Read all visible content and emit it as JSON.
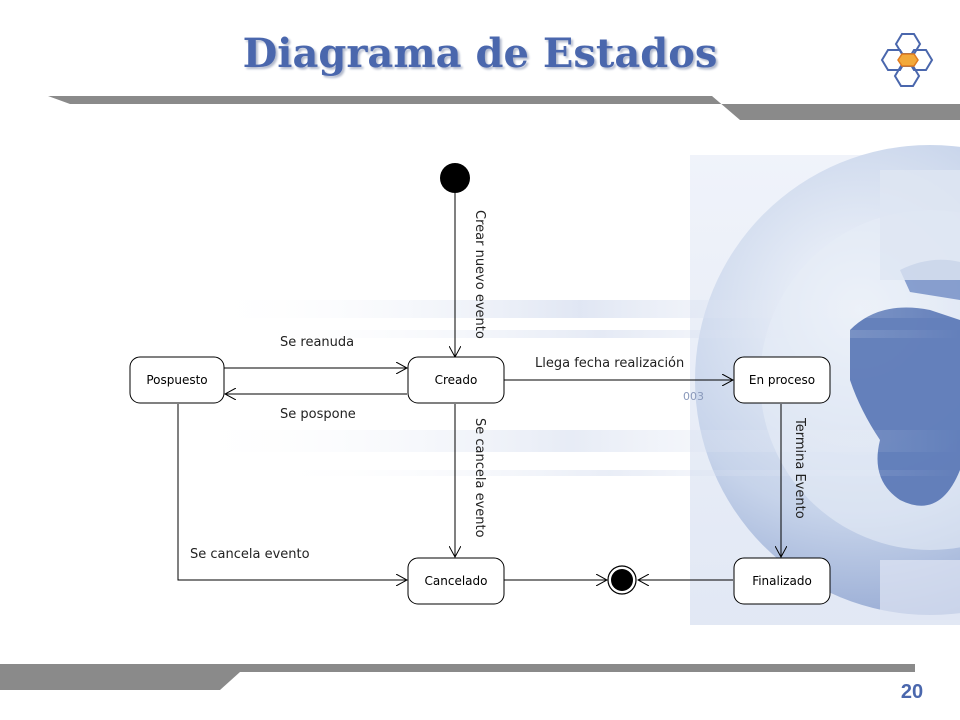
{
  "slide": {
    "title": "Diagrama de Estados",
    "page_number": "20",
    "accent_color": "#4a67ad"
  },
  "diagram": {
    "states": {
      "pospuesto": "Pospuesto",
      "creado": "Creado",
      "en_proceso": "En proceso",
      "cancelado": "Cancelado",
      "finalizado": "Finalizado"
    },
    "transitions": {
      "crear_nuevo_evento": "Crear nuevo evento",
      "se_reanuda": "Se reanuda",
      "se_pospone": "Se pospone",
      "llega_fecha_realizacion": "Llega fecha realización",
      "se_cancela_evento_vertical": "Se cancela evento",
      "se_cancela_evento_horizontal": "Se cancela evento",
      "termina_evento": "Termina Evento"
    },
    "background_label": "003"
  }
}
